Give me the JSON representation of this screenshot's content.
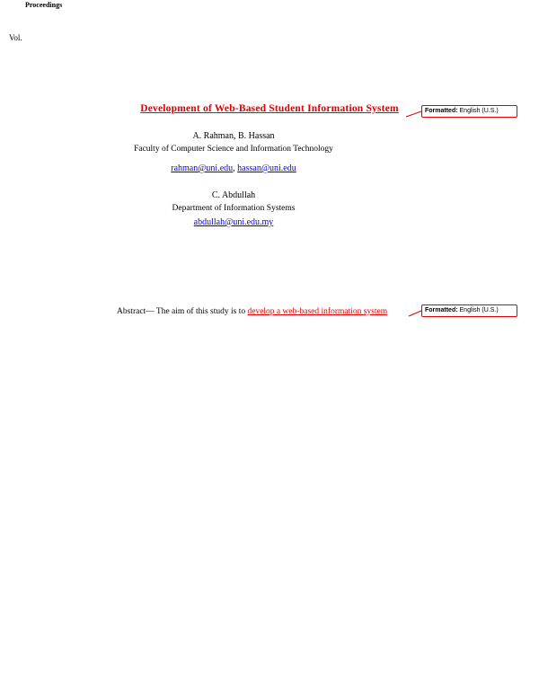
{
  "colors": {
    "revision_red": "#e00000",
    "link_blue": "#0000ee",
    "text_black": "#000000"
  },
  "header": {
    "fragment_top": "Proceedings",
    "fragment_left": "Vol."
  },
  "title": {
    "text": "Development of Web-Based Student Information System"
  },
  "author_block_1": {
    "names": "A. Rahman, B. Hassan",
    "affiliation": "Faculty of Computer Science and Information Technology",
    "emails": [
      "rahman@uni.edu",
      "hassan@uni.edu"
    ],
    "separator": ", "
  },
  "author_block_2": {
    "name": "C. Abdullah",
    "affiliation": "Department of Information Systems",
    "email": "abdullah@uni.edu.my"
  },
  "abstract_line": {
    "black_part": "Abstract— The aim of this study is to ",
    "red_part": "develop a web-based information system"
  },
  "balloons": [
    {
      "label": "Formatted:",
      "value": " English (U.S.)"
    },
    {
      "label": "Formatted:",
      "value": " English (U.S.)"
    }
  ]
}
